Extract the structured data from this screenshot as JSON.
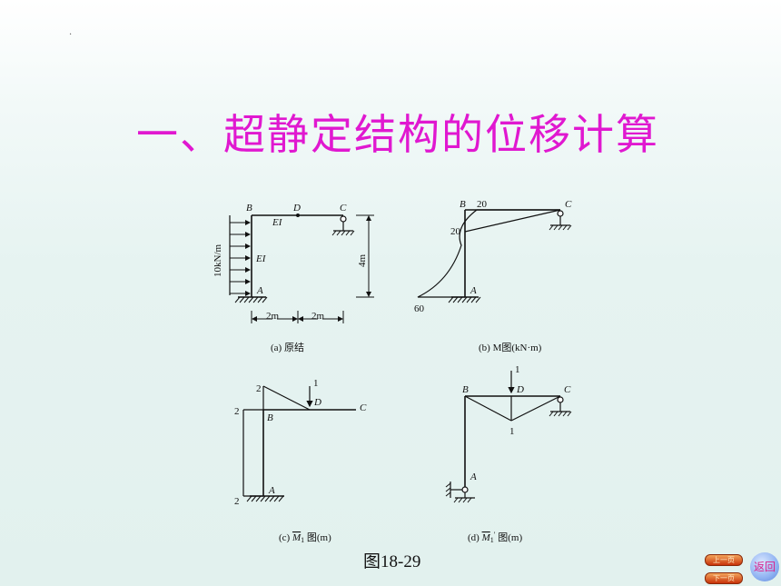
{
  "page": {
    "dot": "."
  },
  "title": "一、超静定结构的位移计算",
  "diagram_a": {
    "labels": {
      "B": "B",
      "D": "D",
      "C": "C",
      "A": "A",
      "EI_top": "EI",
      "EI_col": "EI"
    },
    "load": "10kN/m",
    "height": "4m",
    "span1": "2m",
    "span2": "2m",
    "caption": "(a) 原结"
  },
  "diagram_b": {
    "labels": {
      "B": "B",
      "C": "C",
      "A": "A"
    },
    "value_top": "20",
    "value_left": "20",
    "value_base": "60",
    "caption": "(b) M图(kN·m)"
  },
  "diagram_c": {
    "labels": {
      "B": "B",
      "D": "D",
      "C": "C",
      "A": "A"
    },
    "load": "1",
    "value_peak": "2",
    "value_left": "2",
    "value_bottom": "2",
    "caption_prefix": "(c) ",
    "caption_sym": "M",
    "caption_sub": "1",
    "caption_suffix": " 图(m)"
  },
  "diagram_d": {
    "labels": {
      "B": "B",
      "D": "D",
      "C": "C",
      "A": "A"
    },
    "load": "1",
    "value_mid": "1",
    "caption_prefix": "(d) ",
    "caption_sym": "M",
    "caption_sub": "1",
    "caption_sup": "′",
    "caption_suffix": " 图(m)"
  },
  "figure_caption": "图18-29",
  "nav": {
    "prev": "上一页",
    "next": "下一页",
    "return": "返回"
  }
}
